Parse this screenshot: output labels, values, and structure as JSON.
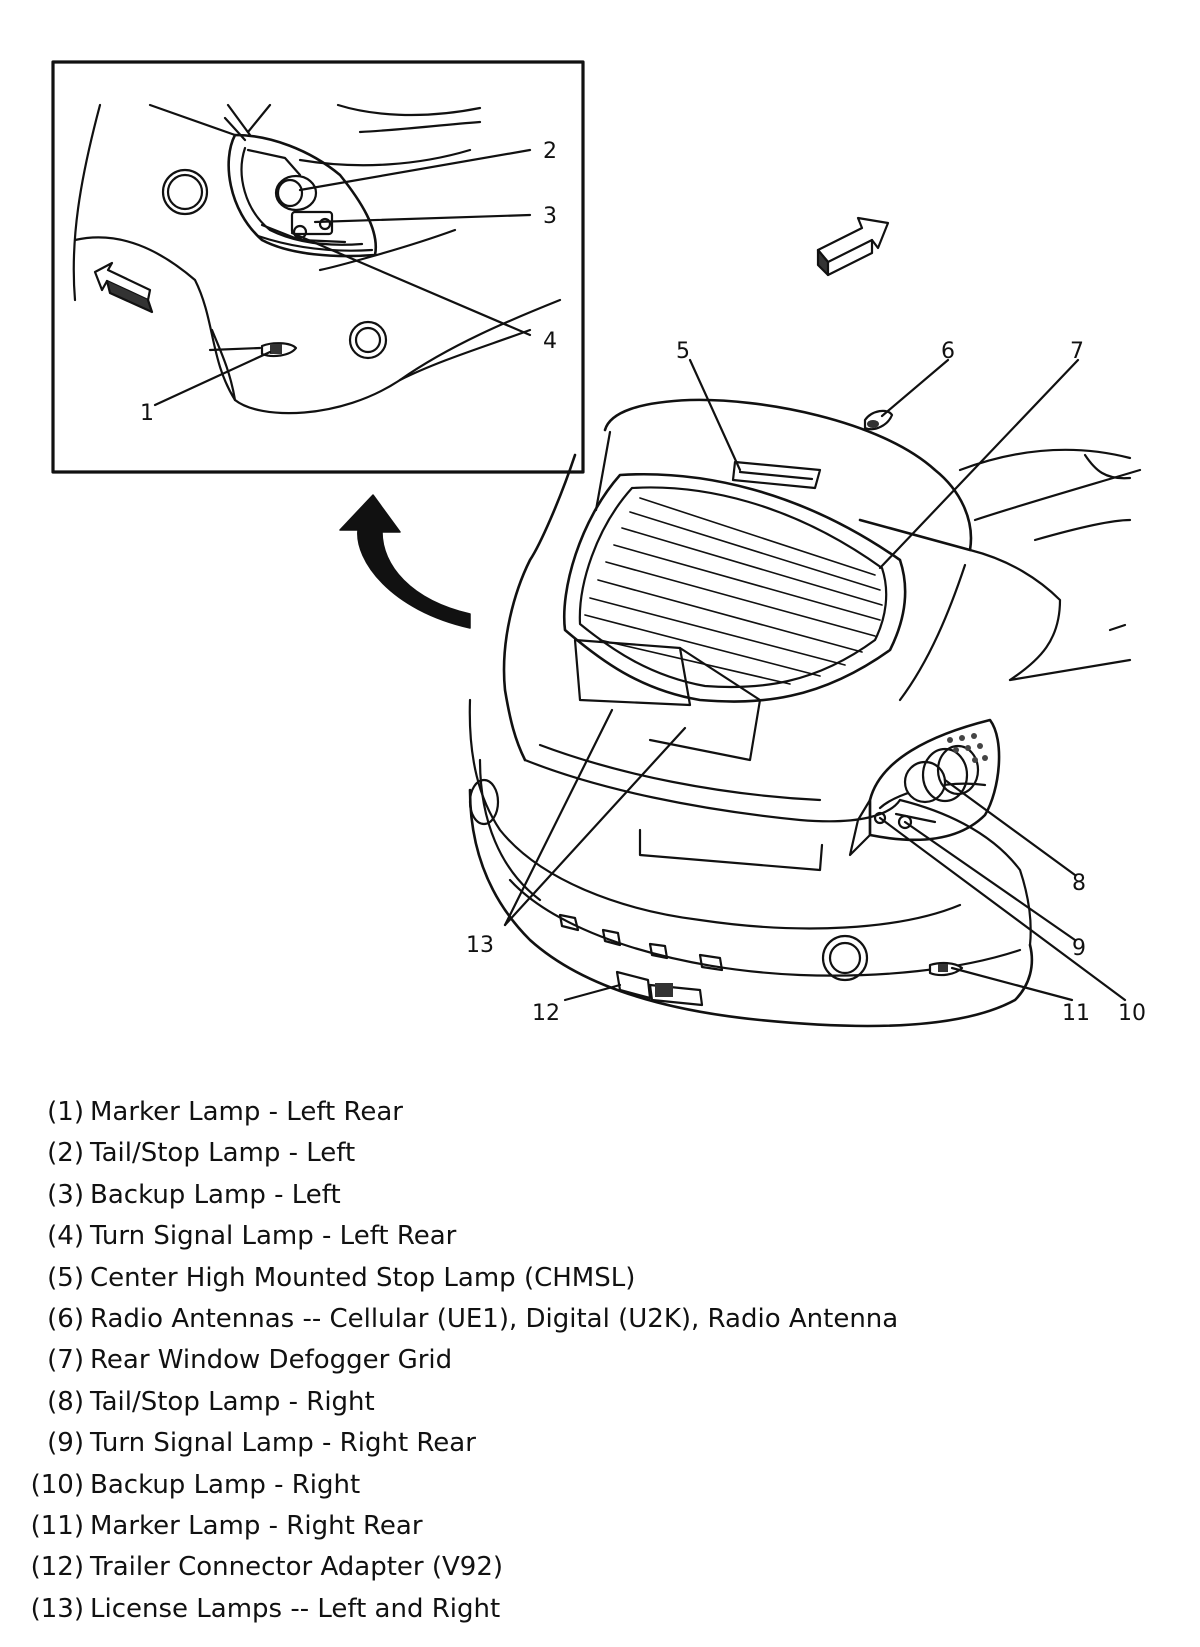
{
  "callouts": {
    "c1": "1",
    "c2": "2",
    "c3": "3",
    "c4": "4",
    "c5": "5",
    "c6": "6",
    "c7": "7",
    "c8": "8",
    "c9": "9",
    "c10": "10",
    "c11": "11",
    "c12": "12",
    "c13": "13"
  },
  "legend": [
    {
      "num": "(1)",
      "text": "Marker Lamp - Left Rear"
    },
    {
      "num": "(2)",
      "text": "Tail/Stop Lamp - Left"
    },
    {
      "num": "(3)",
      "text": "Backup Lamp - Left"
    },
    {
      "num": "(4)",
      "text": "Turn Signal Lamp - Left Rear"
    },
    {
      "num": "(5)",
      "text": "Center High Mounted Stop Lamp (CHMSL)"
    },
    {
      "num": "(6)",
      "text": "Radio Antennas -- Cellular (UE1), Digital (U2K), Radio Antenna"
    },
    {
      "num": "(7)",
      "text": "Rear Window Defogger Grid"
    },
    {
      "num": "(8)",
      "text": "Tail/Stop Lamp - Right"
    },
    {
      "num": "(9)",
      "text": "Turn Signal Lamp - Right Rear"
    },
    {
      "num": "(10)",
      "text": "Backup Lamp - Right"
    },
    {
      "num": "(11)",
      "text": "Marker Lamp - Right Rear"
    },
    {
      "num": "(12)",
      "text": "Trailer Connector Adapter (V92)"
    },
    {
      "num": "(13)",
      "text": "License Lamps -- Left and Right"
    }
  ]
}
